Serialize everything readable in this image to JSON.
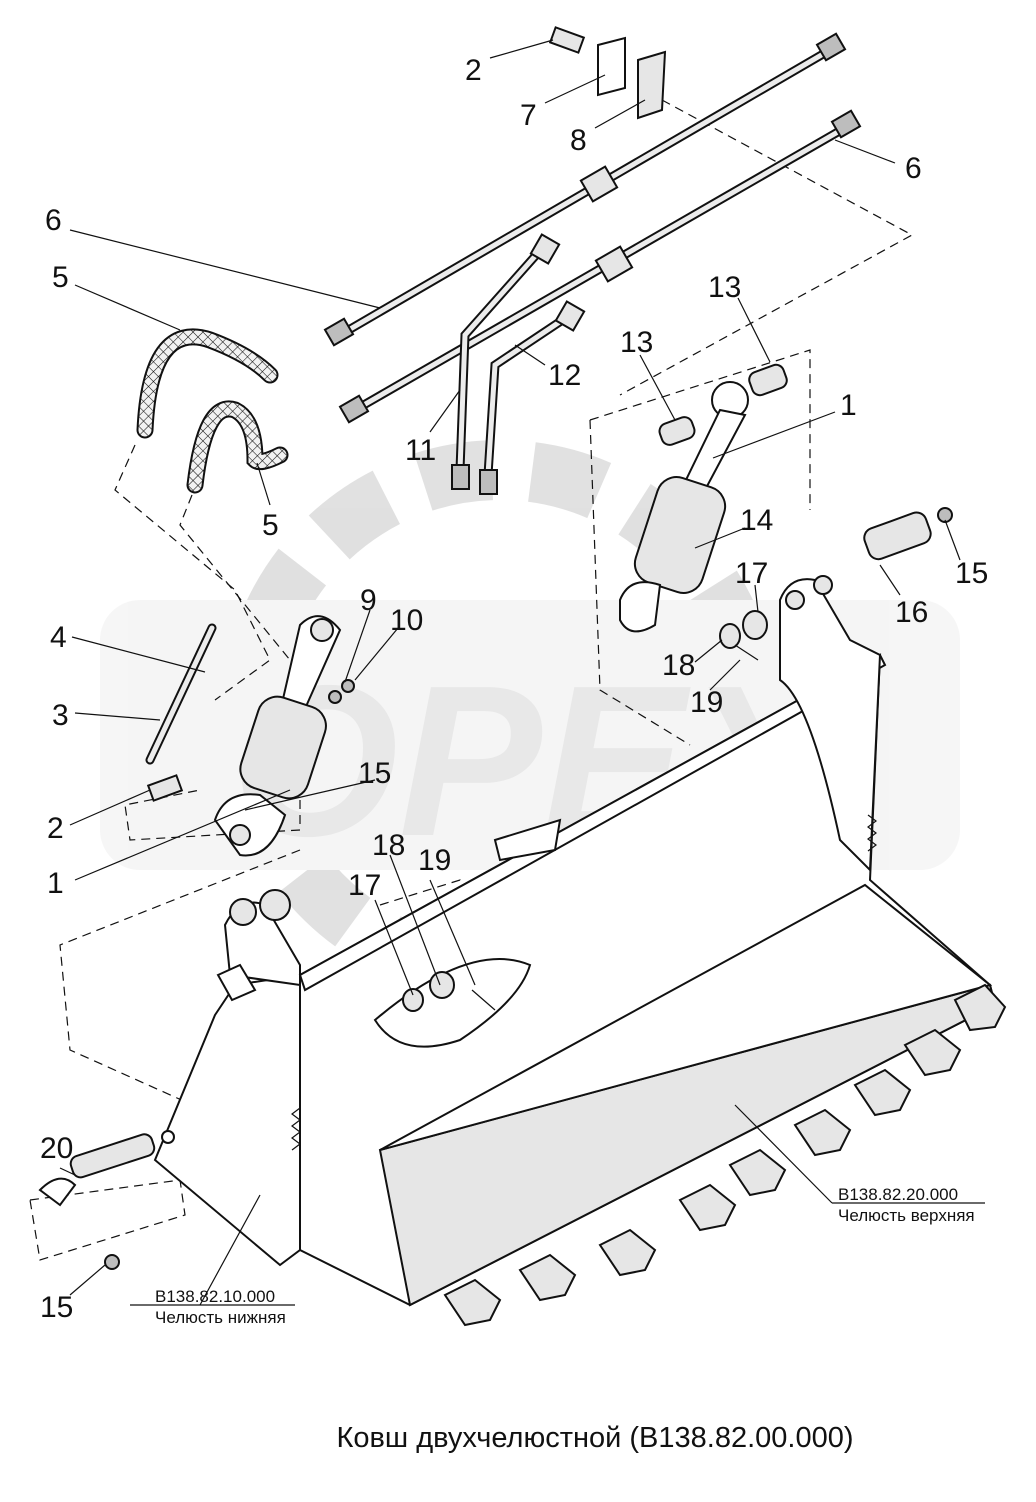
{
  "caption": "Ковш двухчелюстной (В138.82.00.000)",
  "watermark": "OPEX",
  "references": {
    "lower_jaw": {
      "code": "В138.82.10.000",
      "name": "Челюсть нижняя"
    },
    "upper_jaw": {
      "code": "В138.82.20.000",
      "name": "Челюсть верхняя"
    }
  },
  "callouts": {
    "top_2": "2",
    "top_7": "7",
    "top_8": "8",
    "right_6": "6",
    "left_6": "6",
    "left_5": "5",
    "mid_5": "5",
    "c13a": "13",
    "c13b": "13",
    "c12": "12",
    "c11": "11",
    "right_1": "1",
    "c14": "14",
    "right_15": "15",
    "c16": "16",
    "right_17": "17",
    "right_18": "18",
    "right_19": "19",
    "c9": "9",
    "c10": "10",
    "c4": "4",
    "c3": "3",
    "left_15": "15",
    "left_2": "2",
    "left_1": "1",
    "mid_18": "18",
    "mid_19": "19",
    "mid_17": "17",
    "c20": "20",
    "bottom_15": "15"
  }
}
